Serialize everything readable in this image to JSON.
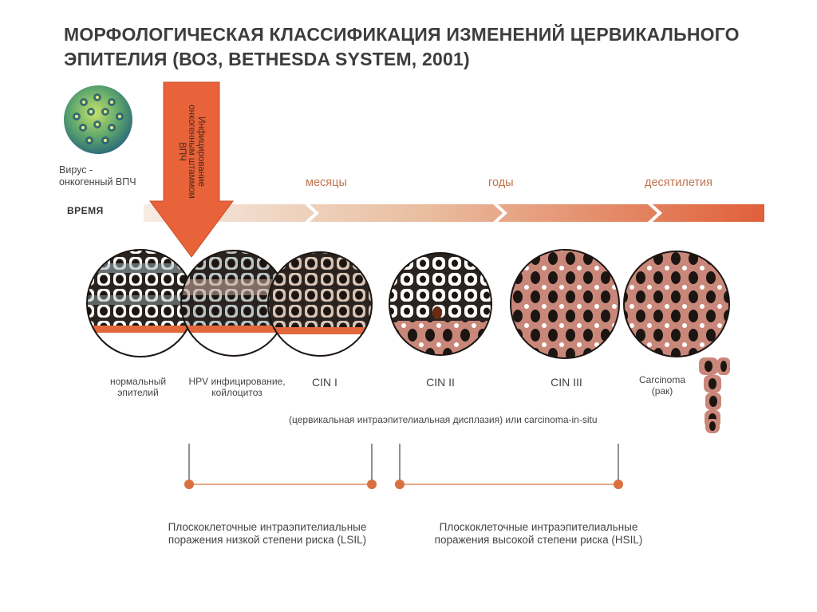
{
  "title": {
    "line1": "МОРФОЛОГИЧЕСКАЯ КЛАССИФИКАЦИЯ ИЗМЕНЕНИЙ ЦЕРВИКАЛЬНОГО",
    "line2": "ЭПИТЕЛИЯ  (ВОЗ, BETHESDA SYSTEM, 2001)"
  },
  "virus": {
    "label_line1": "Вирус -",
    "label_line2": "онкогенный ВПЧ"
  },
  "infection_arrow": {
    "line1": "Инфицирование",
    "line2": "онкогенным штаммом",
    "line3": "ВПЧ"
  },
  "timeline": {
    "label": "ВРЕМЯ",
    "scales": [
      "месяцы",
      "годы",
      "десятилетия"
    ]
  },
  "stages": {
    "normal": [
      "нормальный",
      "эпителий"
    ],
    "hpv": [
      "HPV инфицирование,",
      "койлоцитоз"
    ],
    "cin1": "CIN I",
    "cin2": "CIN II",
    "cin3": "CIN III",
    "carcinoma": [
      "Carcinoma",
      "(рак)"
    ]
  },
  "note": "(цервикальная интраэпителиальная дисплазия) или carcinoma-in-situ",
  "ranges": {
    "lsil": [
      "Плоскоклеточные интраэпителиальные",
      "поражения низкой степени риска (LSIL)"
    ],
    "hsil": [
      "Плоскоклеточные интраэпителиальные",
      "поражения высокой степени риска (HSIL)"
    ]
  },
  "colors": {
    "accent": "#e2673a",
    "arrow": "#e8623a",
    "marker": "#d9703f",
    "nucleus": "#1c1512",
    "hsil_fill": "#c9877a",
    "scale_text": "#c0744f"
  }
}
